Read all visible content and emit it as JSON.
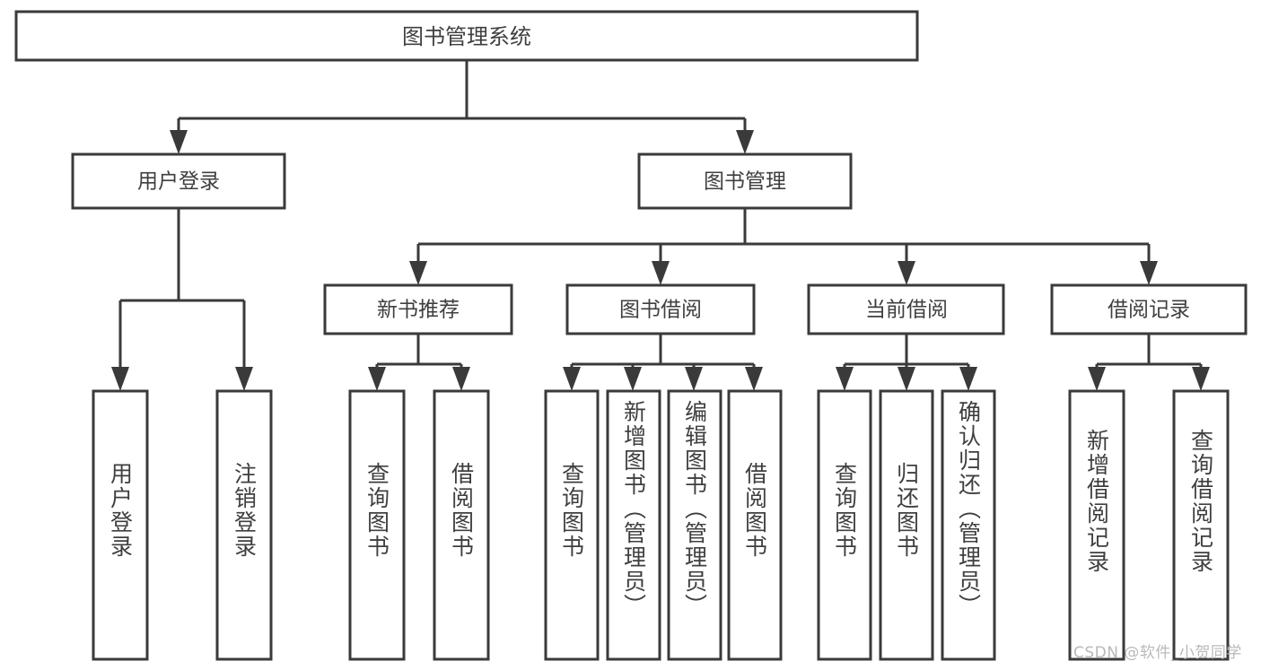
{
  "diagram": {
    "title": "图书管理系统",
    "type": "tree-hierarchy-chart",
    "orientation": "top-down",
    "box_fill": "#ffffff",
    "box_stroke": "#3a3a3a",
    "text_color": "#3f3f3f",
    "background": "#ffffff"
  },
  "root": {
    "label": "图书管理系统"
  },
  "level2": [
    {
      "label": "用户登录"
    },
    {
      "label": "图书管理"
    }
  ],
  "level3": [
    {
      "label": "新书推荐"
    },
    {
      "label": "图书借阅"
    },
    {
      "label": "当前借阅"
    },
    {
      "label": "借阅记录"
    }
  ],
  "leaves": {
    "user_login": [
      {
        "label": "用户登录"
      },
      {
        "label": "注销登录"
      }
    ],
    "new_book_recommend": [
      {
        "label": "查询图书"
      },
      {
        "label": "借阅图书"
      }
    ],
    "book_borrow": [
      {
        "label": "查询图书"
      },
      {
        "label": "新增图书（管理员）"
      },
      {
        "label": "编辑图书（管理员）"
      },
      {
        "label": "借阅图书"
      }
    ],
    "current_borrow": [
      {
        "label": "查询图书"
      },
      {
        "label": "归还图书"
      },
      {
        "label": "确认归还（管理员）"
      }
    ],
    "borrow_record": [
      {
        "label": "新增借阅记录"
      },
      {
        "label": "查询借阅记录"
      }
    ]
  },
  "watermark": {
    "text": "CSDN @软件_小贺同学"
  }
}
